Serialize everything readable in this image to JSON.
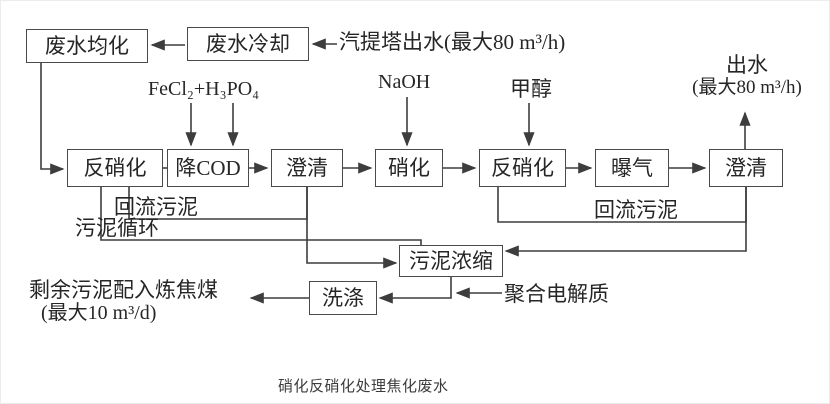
{
  "caption": "硝化反硝化处理焦化废水",
  "colors": {
    "ink": "#3d3d3d",
    "box_border": "#4a4a4a",
    "background": "#ffffff"
  },
  "boxes": {
    "equalization": "废水均化",
    "cooling": "废水冷却",
    "denitrification1": "反硝化",
    "cod_removal": "降COD",
    "clarifier1": "澄清",
    "nitrification": "硝化",
    "denitrification2": "反硝化",
    "aeration": "曝气",
    "clarifier2": "澄清",
    "sludge_thickening": "污泥浓缩",
    "washing": "洗涤"
  },
  "labels": {
    "stripper_effluent": "汽提塔出水(最大80 m³/h)",
    "fecl2_h3po4": "FeCl₂+H₃PO₄",
    "naoh": "NaOH",
    "methanol": "甲醇",
    "effluent_line1": "出水",
    "effluent_line2": "(最大80 m³/h)",
    "return_sludge_left": "回流污泥",
    "return_sludge_right": "回流污泥",
    "sludge_circulation": "污泥循环",
    "excess_sludge_line1": "剩余污泥配入炼焦煤",
    "excess_sludge_line2": "(最大10 m³/d)",
    "polyelectrolyte": "聚合电解质"
  }
}
